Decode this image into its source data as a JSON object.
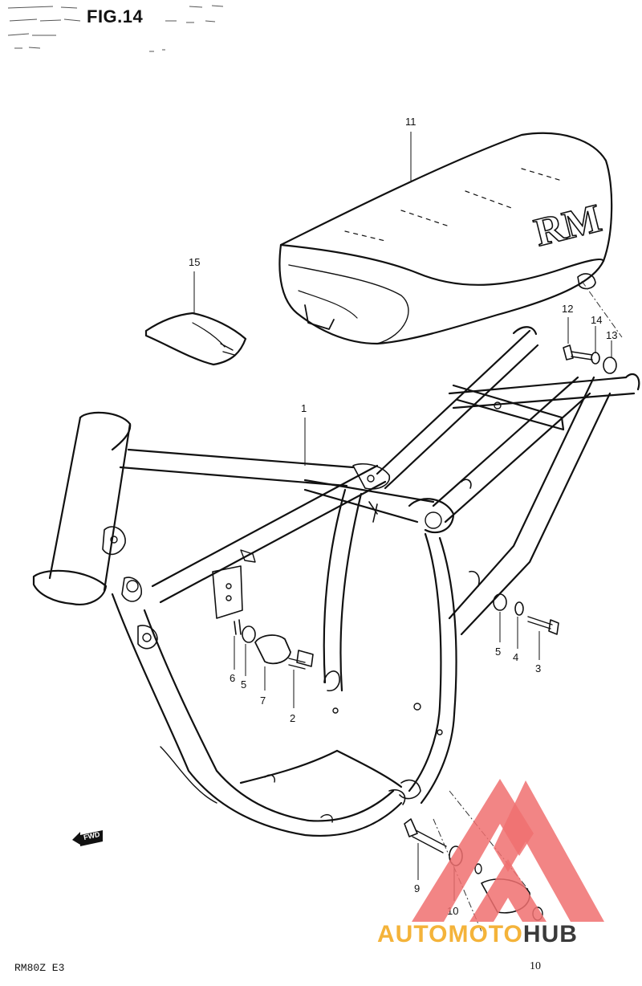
{
  "figure": {
    "title": "FIG.14",
    "footer_code": "RM80Z E3",
    "page_number": "10"
  },
  "fwd_badge": {
    "label": "FWD"
  },
  "callouts": [
    {
      "id": "c11",
      "label": "11"
    },
    {
      "id": "c15",
      "label": "15"
    },
    {
      "id": "c12",
      "label": "12"
    },
    {
      "id": "c14",
      "label": "14"
    },
    {
      "id": "c13",
      "label": "13"
    },
    {
      "id": "c1",
      "label": "1"
    },
    {
      "id": "c5a",
      "label": "5"
    },
    {
      "id": "c4",
      "label": "4"
    },
    {
      "id": "c3",
      "label": "3"
    },
    {
      "id": "c6",
      "label": "6"
    },
    {
      "id": "c5b",
      "label": "5"
    },
    {
      "id": "c7",
      "label": "7"
    },
    {
      "id": "c2",
      "label": "2"
    },
    {
      "id": "c9",
      "label": "9"
    },
    {
      "id": "c10",
      "label": "10"
    }
  ],
  "seat_logo": "RM",
  "watermark": {
    "part_a": "AUTOMOTO",
    "part_b": "HUB",
    "colors": {
      "triangle": "#f07070",
      "text_a": "#f4b33a",
      "text_b": "#3a3a3a"
    }
  }
}
